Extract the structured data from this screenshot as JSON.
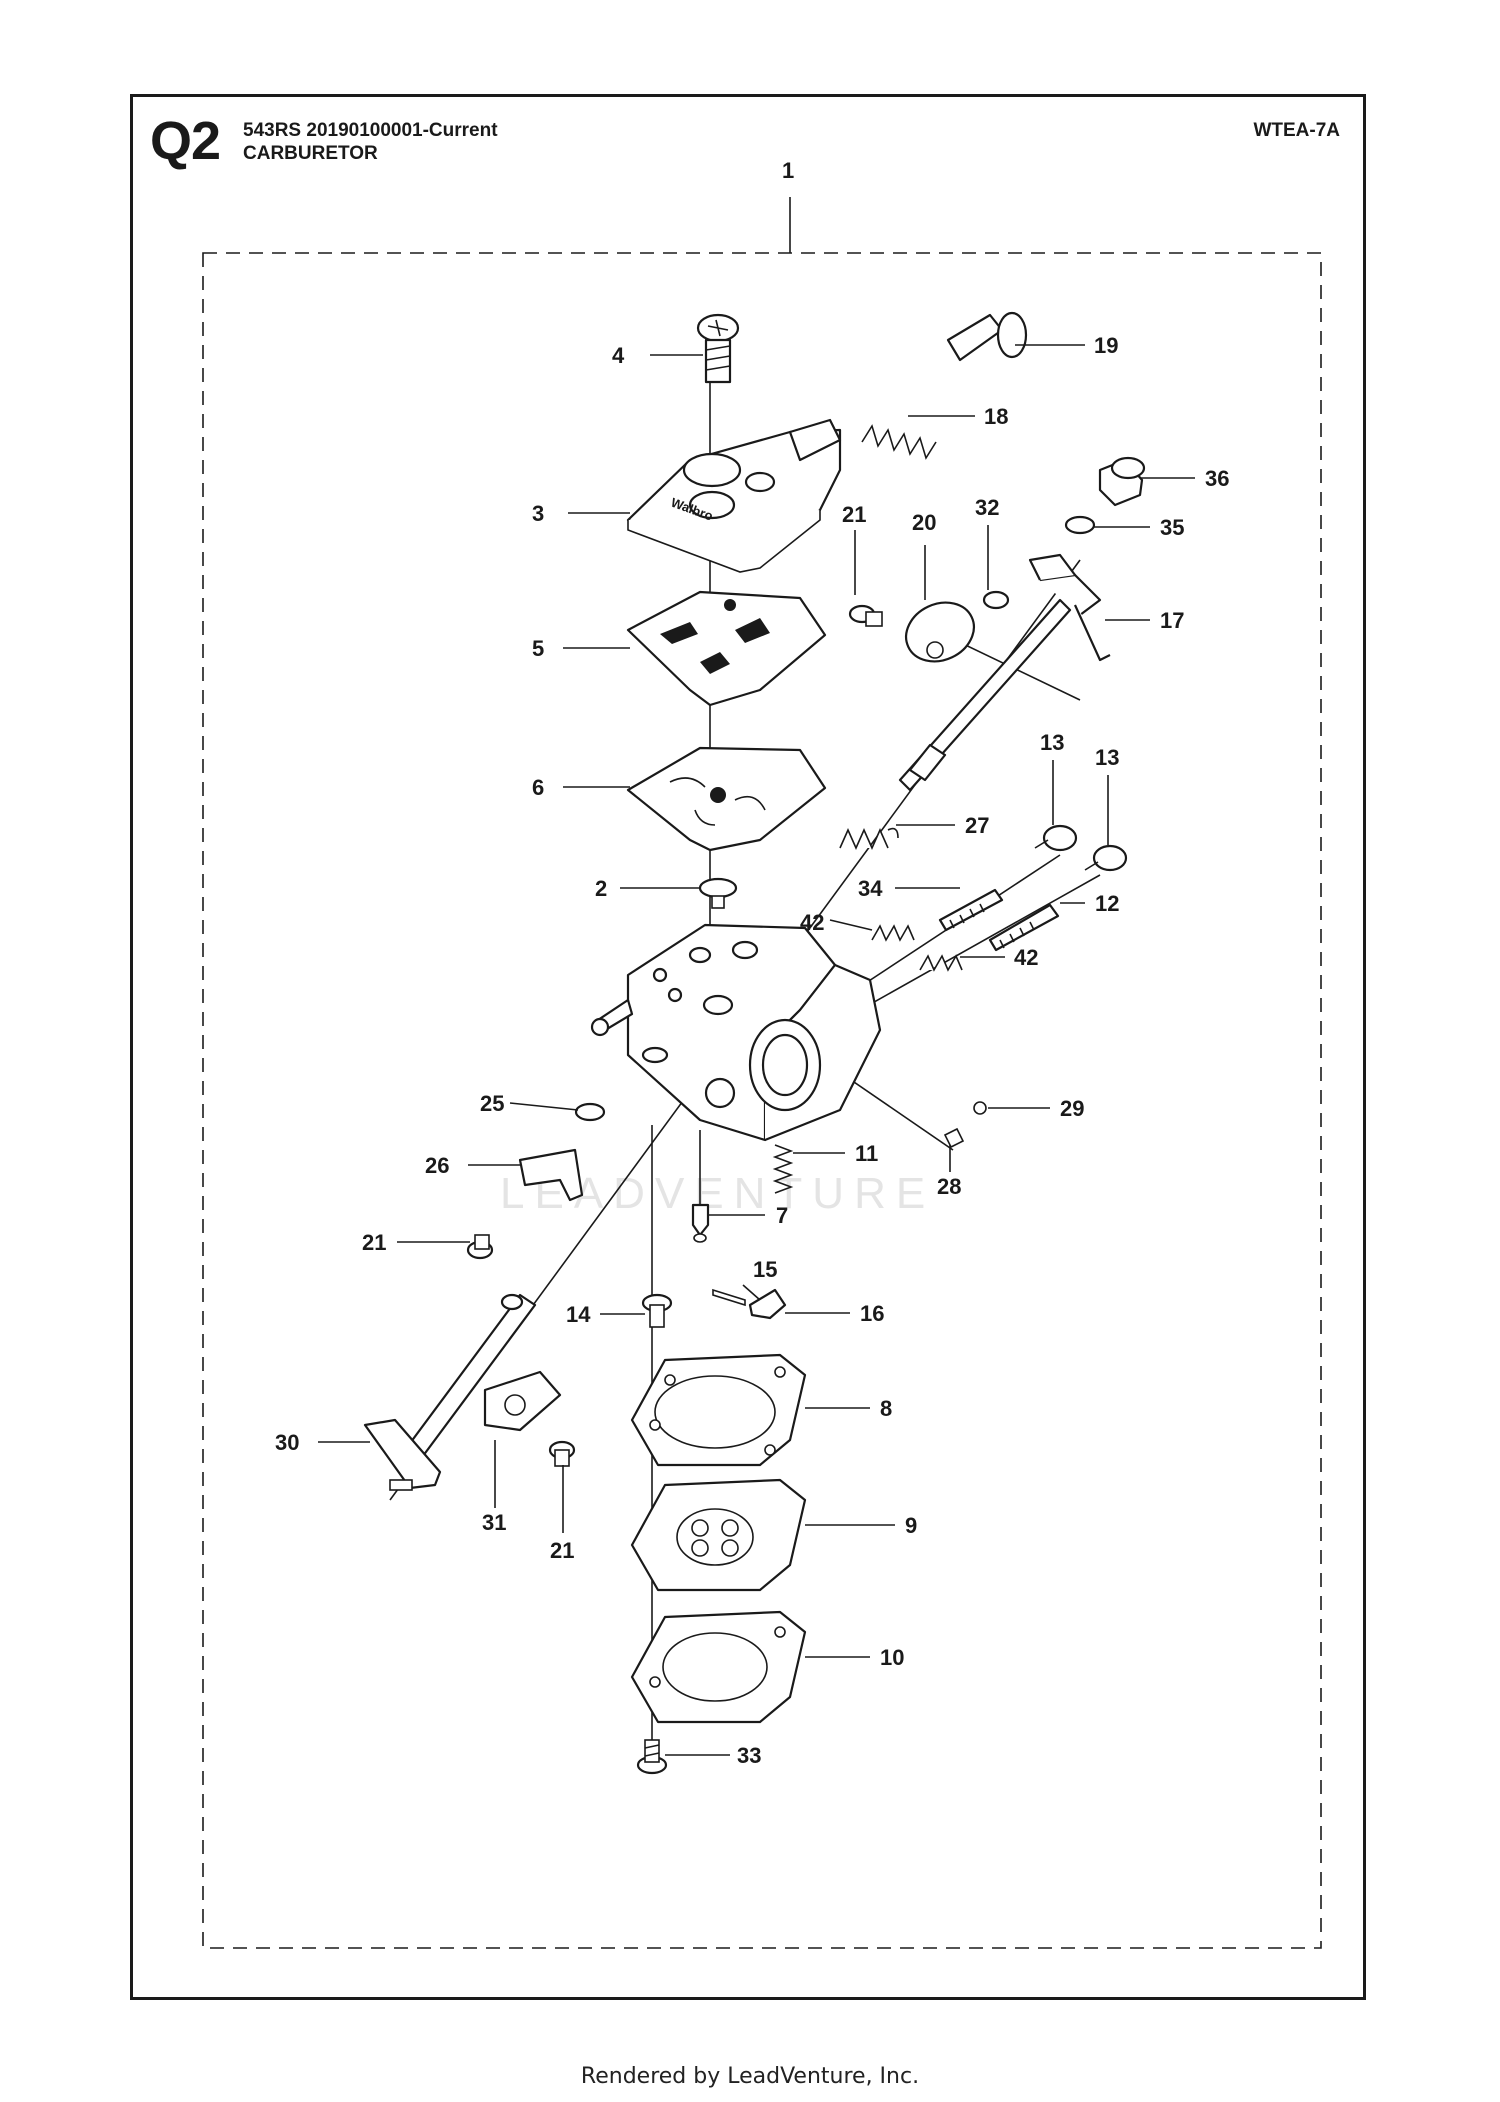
{
  "header": {
    "page_id": "Q2",
    "model": "543RS  20190100001-Current",
    "section": "CARBURETOR",
    "code": "WTEA-7A"
  },
  "watermark": "LEADVENTURE",
  "brand_mark": "Walbro",
  "footer": "Rendered by LeadVenture, Inc.",
  "callouts": {
    "c1": "1",
    "c2": "2",
    "c3": "3",
    "c4": "4",
    "c5": "5",
    "c6": "6",
    "c7": "7",
    "c8": "8",
    "c9": "9",
    "c10": "10",
    "c11": "11",
    "c12": "12",
    "c13a": "13",
    "c13b": "13",
    "c14": "14",
    "c15": "15",
    "c16": "16",
    "c17": "17",
    "c18": "18",
    "c19": "19",
    "c20": "20",
    "c21a": "21",
    "c21b": "21",
    "c21c": "21",
    "c25": "25",
    "c26": "26",
    "c27": "27",
    "c28": "28",
    "c29": "29",
    "c30": "30",
    "c31": "31",
    "c32": "32",
    "c33": "33",
    "c34": "34",
    "c35": "35",
    "c36": "36",
    "c42a": "42",
    "c42b": "42"
  }
}
